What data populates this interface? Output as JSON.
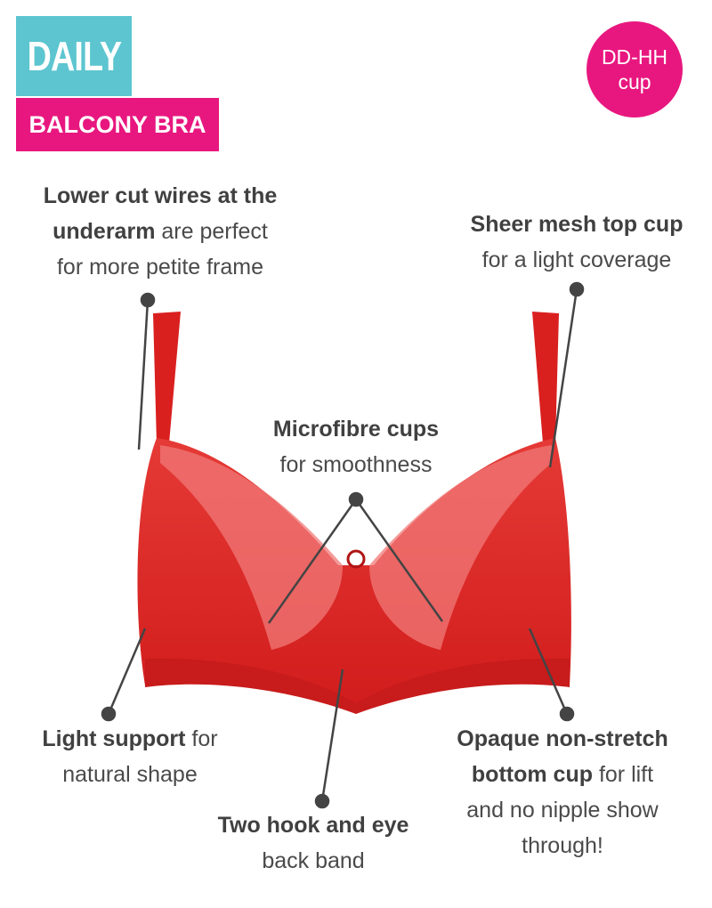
{
  "header": {
    "category": "DAILY",
    "style": "BALCONY BRA",
    "cup_range_line1": "DD-HH",
    "cup_range_line2": "cup"
  },
  "colors": {
    "teal": "#5cc5d0",
    "pink": "#e8177f",
    "garment_red": "#d9201f",
    "text": "#4a4a4a"
  },
  "annotations": {
    "wires": {
      "bold1": "Lower cut wires at the",
      "bold2": "underarm",
      "rest2": " are perfect",
      "line3": "for more petite frame"
    },
    "mesh": {
      "bold1": "Sheer mesh top cup",
      "line2": "for a light coverage"
    },
    "microfibre": {
      "bold1": "Microfibre cups",
      "line2": "for smoothness"
    },
    "support": {
      "bold1": "Light support",
      "rest1": " for",
      "line2": "natural shape"
    },
    "hook": {
      "bold1": "Two hook and eye",
      "line2": "back band"
    },
    "opaque": {
      "bold1": "Opaque non-stretch",
      "bold2": "bottom cup",
      "rest2": " for lift",
      "line3": "and no nipple show",
      "line4": "through!"
    }
  }
}
